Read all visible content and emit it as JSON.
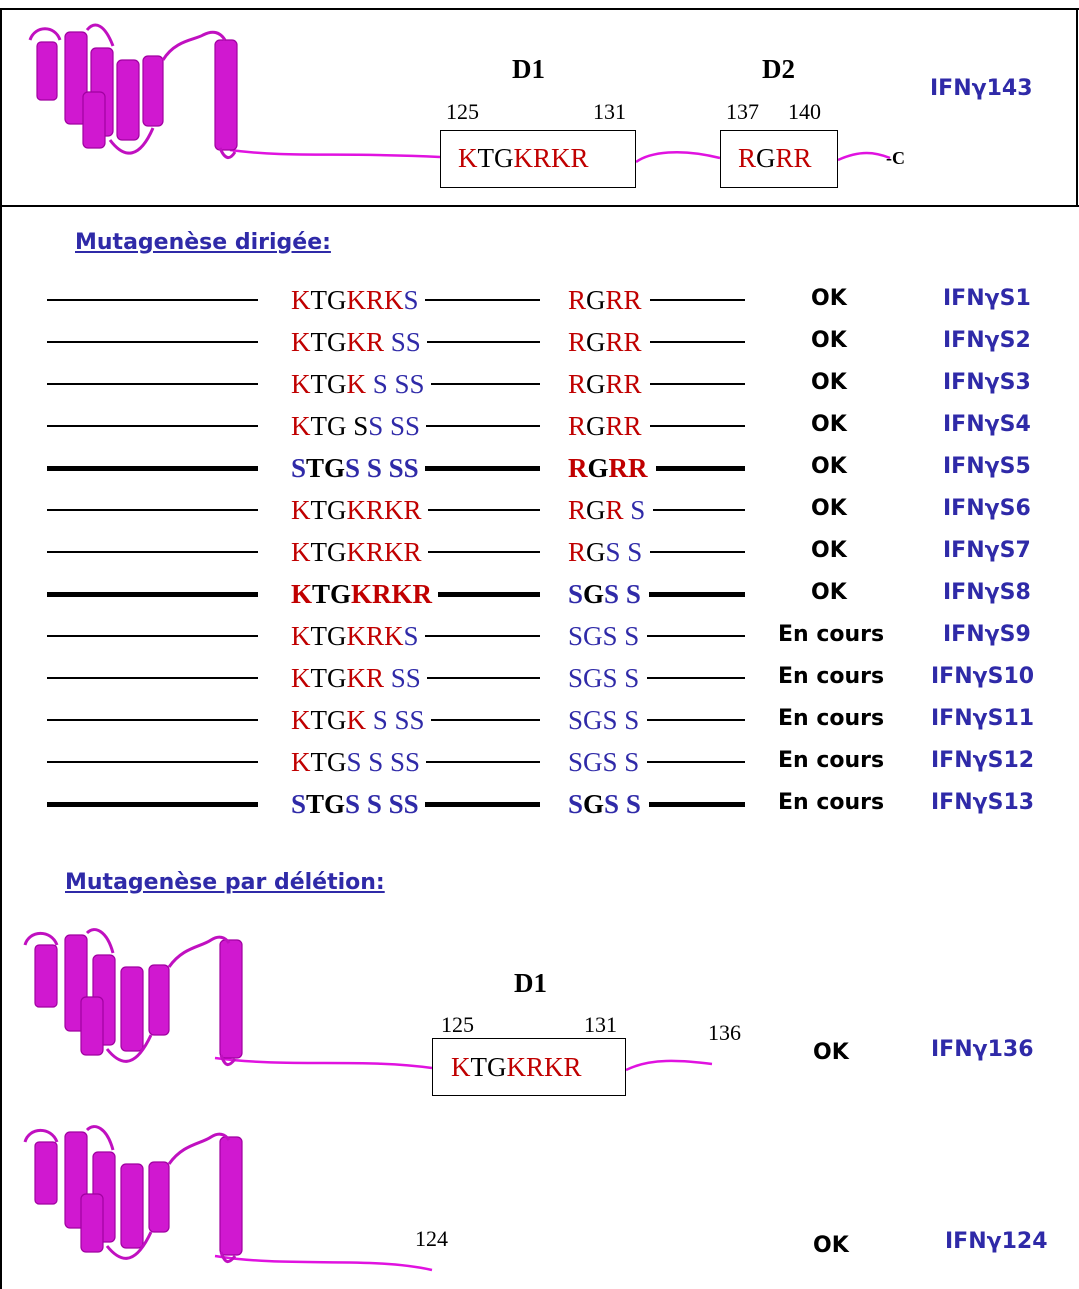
{
  "colors": {
    "red": "#c00000",
    "blue": "#2f2aa8",
    "magenta": "#e012e0",
    "black": "#000000"
  },
  "top": {
    "construct_name": "IFNγ143",
    "d1_label": "D1",
    "d2_label": "D2",
    "d1_start": "125",
    "d1_end": "131",
    "d2_start": "137",
    "d2_end": "140",
    "d1_seq": [
      [
        "K",
        "r"
      ],
      [
        "TG",
        "k"
      ],
      [
        "KRKR",
        "r"
      ]
    ],
    "d2_seq": [
      [
        "R",
        "r"
      ],
      [
        "G",
        "k"
      ],
      [
        "RR",
        "r"
      ]
    ],
    "c_terminal": "-C"
  },
  "mutagenese_dirigee": {
    "heading": "Mutagenèse dirigée:",
    "rows": [
      {
        "bold": false,
        "d1": [
          [
            "K",
            "r"
          ],
          [
            "TG",
            "k"
          ],
          [
            "KRK",
            "r"
          ],
          [
            "S",
            "b"
          ]
        ],
        "d2": [
          [
            "R",
            "r"
          ],
          [
            "G",
            "k"
          ],
          [
            "RR",
            "r"
          ]
        ],
        "status": "OK",
        "name": "IFNγS1"
      },
      {
        "bold": false,
        "d1": [
          [
            "K",
            "r"
          ],
          [
            "TG",
            "k"
          ],
          [
            "KR",
            "r"
          ],
          [
            " SS",
            "b"
          ]
        ],
        "d2": [
          [
            "R",
            "r"
          ],
          [
            "G",
            "k"
          ],
          [
            "RR",
            "r"
          ]
        ],
        "status": "OK",
        "name": "IFNγS2"
      },
      {
        "bold": false,
        "d1": [
          [
            "K",
            "r"
          ],
          [
            "TG",
            "k"
          ],
          [
            "K",
            "r"
          ],
          [
            " S SS",
            "b"
          ]
        ],
        "d2": [
          [
            "R",
            "r"
          ],
          [
            "G",
            "k"
          ],
          [
            "RR",
            "r"
          ]
        ],
        "status": "OK",
        "name": "IFNγS3"
      },
      {
        "bold": false,
        "d1": [
          [
            "K",
            "r"
          ],
          [
            "TG S",
            "k"
          ],
          [
            "S SS",
            "b"
          ]
        ],
        "d2": [
          [
            "R",
            "r"
          ],
          [
            "G",
            "k"
          ],
          [
            "RR",
            "r"
          ]
        ],
        "status": "OK",
        "name": "IFNγS4"
      },
      {
        "bold": true,
        "d1": [
          [
            "S",
            "b"
          ],
          [
            "TG",
            "k"
          ],
          [
            "S S SS",
            "b"
          ]
        ],
        "d2": [
          [
            "R",
            "r"
          ],
          [
            "G",
            "k"
          ],
          [
            "RR",
            "r"
          ]
        ],
        "status": "OK",
        "name": "IFNγS5"
      },
      {
        "bold": false,
        "d1": [
          [
            "K",
            "r"
          ],
          [
            "TG",
            "k"
          ],
          [
            "KRKR",
            "r"
          ]
        ],
        "d2": [
          [
            "R",
            "r"
          ],
          [
            "G",
            "k"
          ],
          [
            "R",
            "r"
          ],
          [
            " S",
            "b"
          ]
        ],
        "status": "OK",
        "name": "IFNγS6"
      },
      {
        "bold": false,
        "d1": [
          [
            "K",
            "r"
          ],
          [
            "TG",
            "k"
          ],
          [
            "KRKR",
            "r"
          ]
        ],
        "d2": [
          [
            "R",
            "r"
          ],
          [
            "G",
            "k"
          ],
          [
            "S S",
            "b"
          ]
        ],
        "status": "OK",
        "name": "IFNγS7"
      },
      {
        "bold": true,
        "d1": [
          [
            "K",
            "r"
          ],
          [
            "TG",
            "k"
          ],
          [
            "KRKR",
            "r"
          ]
        ],
        "d2": [
          [
            "S",
            "b"
          ],
          [
            "G",
            "k"
          ],
          [
            "S S",
            "b"
          ]
        ],
        "status": "OK",
        "name": "IFNγS8"
      },
      {
        "bold": false,
        "d1": [
          [
            "K",
            "r"
          ],
          [
            "TG",
            "k"
          ],
          [
            "KRK",
            "r"
          ],
          [
            "S",
            "b"
          ]
        ],
        "d2": [
          [
            "SGS S",
            "b"
          ]
        ],
        "status": "En cours",
        "name": "IFNγS9"
      },
      {
        "bold": false,
        "d1": [
          [
            "K",
            "r"
          ],
          [
            "TG",
            "k"
          ],
          [
            "KR",
            "r"
          ],
          [
            " SS",
            "b"
          ]
        ],
        "d2": [
          [
            "SGS S",
            "b"
          ]
        ],
        "status": "En cours",
        "name": "IFNγS10"
      },
      {
        "bold": false,
        "d1": [
          [
            "K",
            "r"
          ],
          [
            "TG",
            "k"
          ],
          [
            "K",
            "r"
          ],
          [
            " S SS",
            "b"
          ]
        ],
        "d2": [
          [
            "SGS S",
            "b"
          ]
        ],
        "status": "En cours",
        "name": "IFNγS11"
      },
      {
        "bold": false,
        "d1": [
          [
            "K",
            "r"
          ],
          [
            "TG",
            "k"
          ],
          [
            "S S SS",
            "b"
          ]
        ],
        "d2": [
          [
            "SGS S",
            "b"
          ]
        ],
        "status": "En cours",
        "name": "IFNγS12"
      },
      {
        "bold": true,
        "d1": [
          [
            "S",
            "b"
          ],
          [
            "TG",
            "k"
          ],
          [
            "S S SS",
            "b"
          ]
        ],
        "d2": [
          [
            "S",
            "b"
          ],
          [
            "G",
            "k"
          ],
          [
            "S S",
            "b"
          ]
        ],
        "status": "En cours",
        "name": "IFNγS13"
      }
    ]
  },
  "mutagenese_deletion": {
    "heading": "Mutagenèse par délétion:",
    "c136": {
      "d1_label": "D1",
      "d1_start": "125",
      "d1_end": "131",
      "d1_seq": [
        [
          "K",
          "r"
        ],
        [
          "TG",
          "k"
        ],
        [
          "KRKR",
          "r"
        ]
      ],
      "end_label": "136",
      "status": "OK",
      "name": "IFNγ136"
    },
    "c124": {
      "end_label": "124",
      "status": "OK",
      "name": "IFNγ124"
    }
  }
}
